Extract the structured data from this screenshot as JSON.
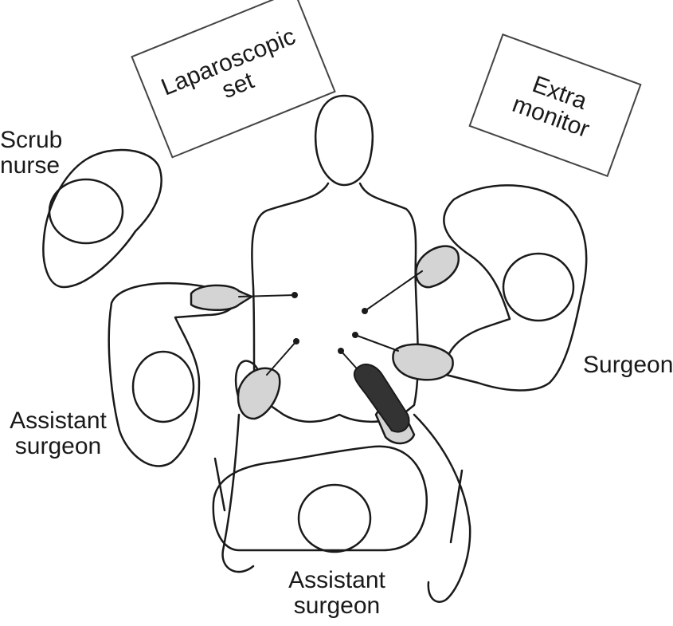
{
  "boxes": {
    "laparoscopic_set": [
      "Laparoscopic",
      "set"
    ],
    "extra_monitor": [
      "Extra",
      "monitor"
    ]
  },
  "people": {
    "scrub_nurse": [
      "Scrub",
      "nurse"
    ],
    "assistant_surgeon_left": [
      "Assistant",
      "surgeon"
    ],
    "surgeon": [
      "Surgeon"
    ],
    "assistant_surgeon_bottom": [
      "Assistant",
      "surgeon"
    ]
  },
  "colors": {
    "line": "#1a1a1a",
    "glove": "#d4d4d4",
    "instrument_dark": "#333333"
  }
}
